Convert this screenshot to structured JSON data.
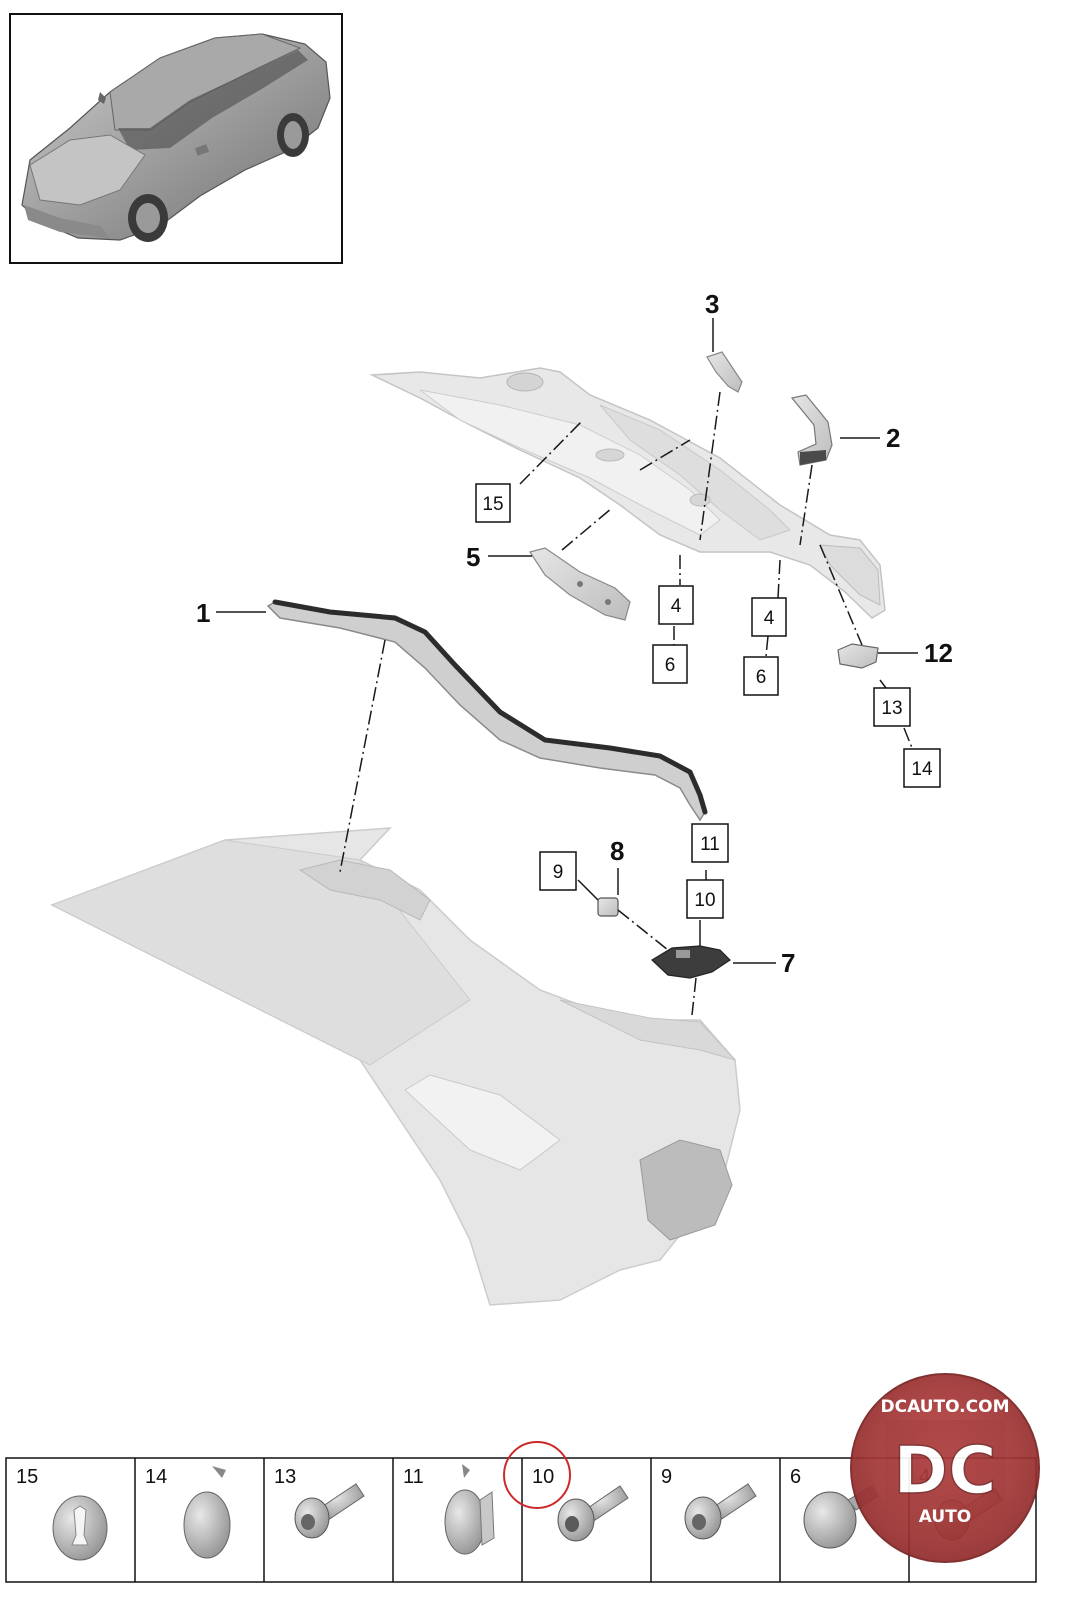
{
  "callouts": {
    "c1": "1",
    "c2": "2",
    "c3": "3",
    "c5": "5",
    "c7": "7",
    "c8": "8",
    "c12": "12"
  },
  "boxes": {
    "b15": "15",
    "b4a": "4",
    "b6a": "6",
    "b4b": "4",
    "b6b": "6",
    "b13": "13",
    "b14": "14",
    "b11": "11",
    "b10": "10",
    "b9": "9"
  },
  "parts_strip": [
    {
      "label": "15",
      "icon": "round-plug-cap-icon"
    },
    {
      "label": "14",
      "icon": "oval-plug-icon"
    },
    {
      "label": "13",
      "icon": "flange-bolt-icon"
    },
    {
      "label": "11",
      "icon": "clip-plug-icon"
    },
    {
      "label": "10",
      "icon": "torx-bolt-icon",
      "highlighted": true
    },
    {
      "label": "9",
      "icon": "flange-bolt-icon"
    },
    {
      "label": "6",
      "icon": "nut-icon"
    },
    {
      "label": "4",
      "icon": "bolt-icon"
    }
  ],
  "watermark": {
    "top": "DCAUTO.COM",
    "main": "DC",
    "bottom": "AUTO"
  },
  "colors": {
    "line": "#1a1a1a",
    "part_fill": "#dcdcdc",
    "part_stroke": "#b4b4b4",
    "highlight_circle": "#cc2a2a",
    "watermark_red": "#a83636"
  }
}
